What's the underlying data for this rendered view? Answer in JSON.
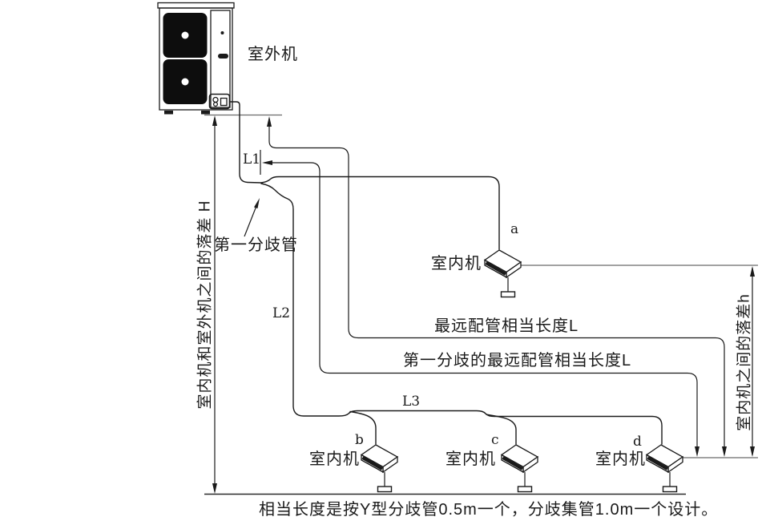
{
  "labels": {
    "outdoor_unit": "室外机",
    "first_branch": "第一分歧管",
    "l1": "L1",
    "l2": "L2",
    "l3": "L3",
    "farthest_pipe": "最远配管相当长度L",
    "first_branch_farthest_pipe": "第一分歧的最远配管相当长度L",
    "height_outdoor_indoor": "室内机和室外机之间的落差 H",
    "height_between_indoor": "室内机之间的落差h",
    "caption": "相当长度是按Y型分歧管0.5m一个，分歧集管1.0m一个设计。"
  },
  "units": [
    {
      "letter": "a",
      "label": "室内机"
    },
    {
      "letter": "b",
      "label": "室内机"
    },
    {
      "letter": "c",
      "label": "室内机"
    },
    {
      "letter": "d",
      "label": "室内机"
    }
  ],
  "colors": {
    "line": "#1a1a1a",
    "reference_line": "#6b6b6b",
    "background": "#ffffff"
  }
}
